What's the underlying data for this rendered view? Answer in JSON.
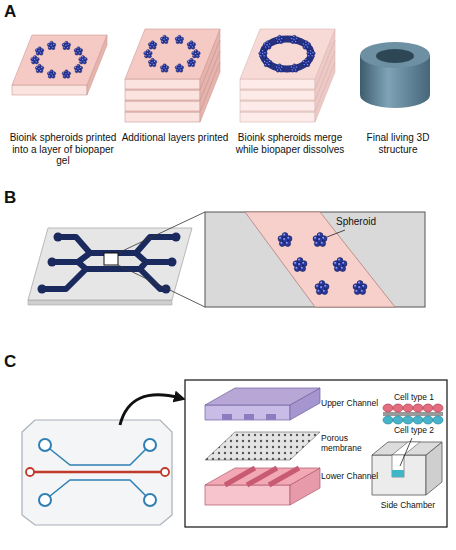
{
  "diagram": {
    "labels": [
      "A",
      "Bioink spheroids printed into a layer of biopaper gel",
      "Additional layers printed",
      "Bioink spheroids merge while biopaper dissolves",
      "Final living 3D structure",
      "B",
      "Spheroid",
      "C",
      "Upper Channel",
      "Porous membrane",
      "Lower Channel",
      "Cell type 1",
      "Cell type 2",
      "Side Chamber"
    ]
  }
}
